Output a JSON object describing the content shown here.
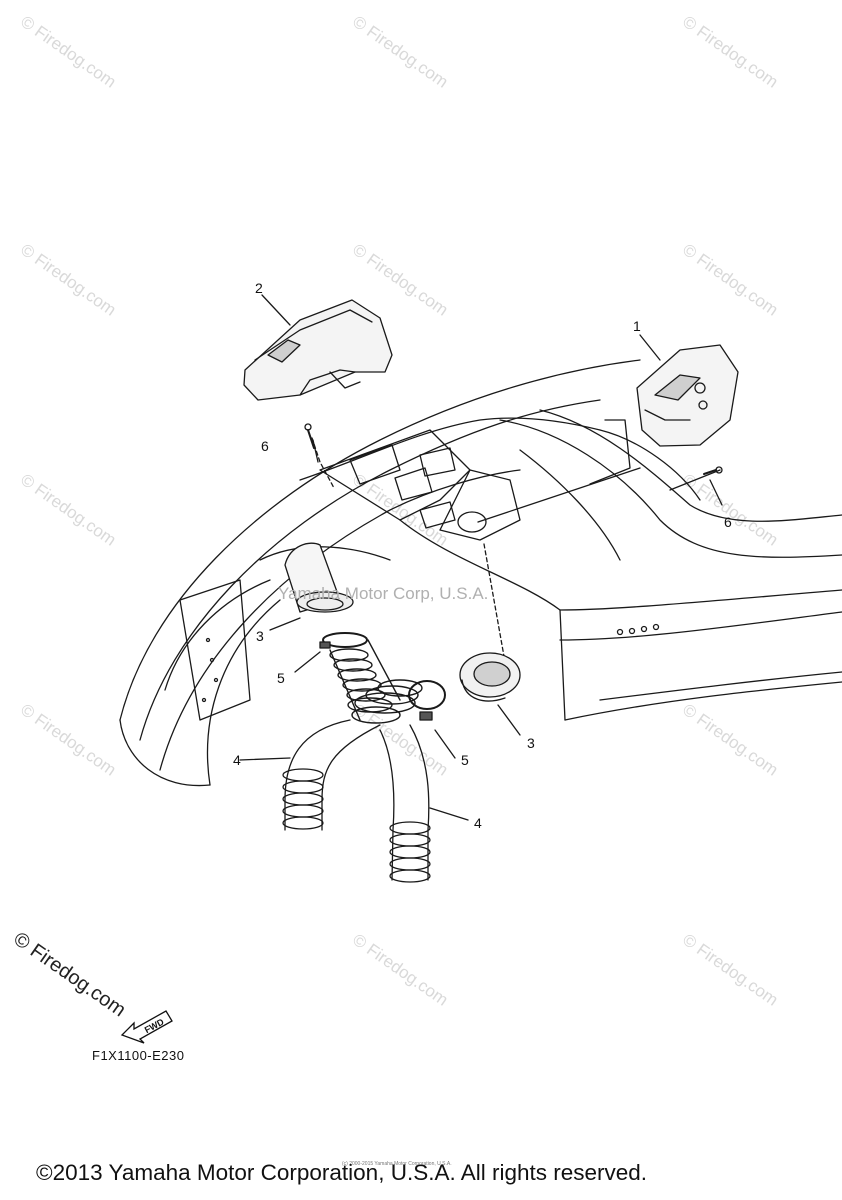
{
  "watermarks": {
    "text": "© Firedog.com",
    "center_text": "Yamaha Motor Corp, U.S.A."
  },
  "callouts": [
    "1",
    "2",
    "3",
    "3",
    "4",
    "4",
    "5",
    "5",
    "6",
    "6"
  ],
  "fwd_label": "FWD",
  "diagram_code": "F1X1100-E230",
  "copyright": "©2013 Yamaha Motor Corporation, U.S.A. All rights reserved.",
  "fine_print": "(c) 2000-2015 Yamaha Motor Corporation, U.S.A."
}
